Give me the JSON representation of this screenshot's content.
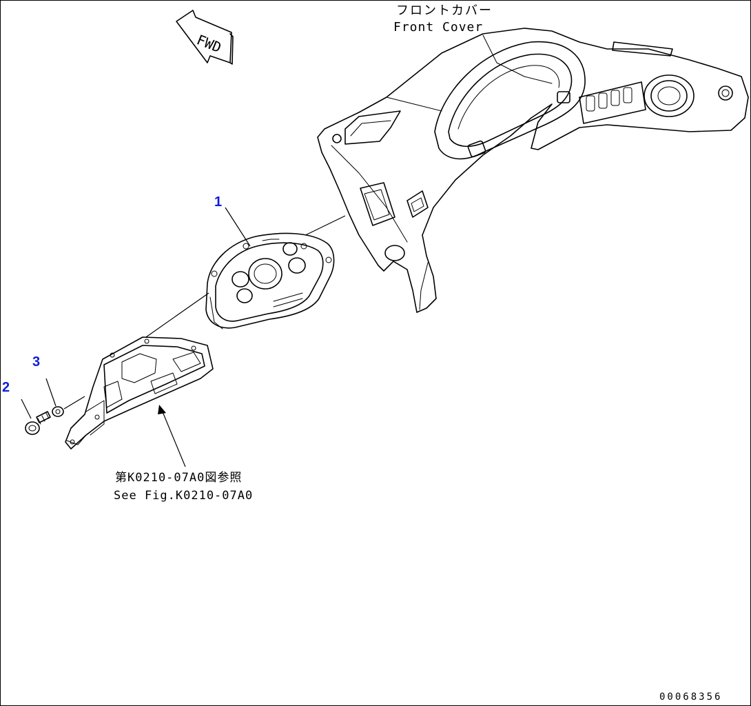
{
  "labels": {
    "front_cover_jp": "フロントカバー",
    "front_cover_en": "Front Cover",
    "see_fig_jp": "第K0210-07A0図参照",
    "see_fig_en": "See Fig.K0210-07A0",
    "fwd": "FWD",
    "drawing_number": "00068356"
  },
  "callouts": [
    "1",
    "2",
    "3"
  ],
  "colors": {
    "line": "#000000",
    "callout": "#0a1ed8",
    "background": "#ffffff"
  },
  "icons": {
    "direction": "fwd-arrow-icon"
  }
}
